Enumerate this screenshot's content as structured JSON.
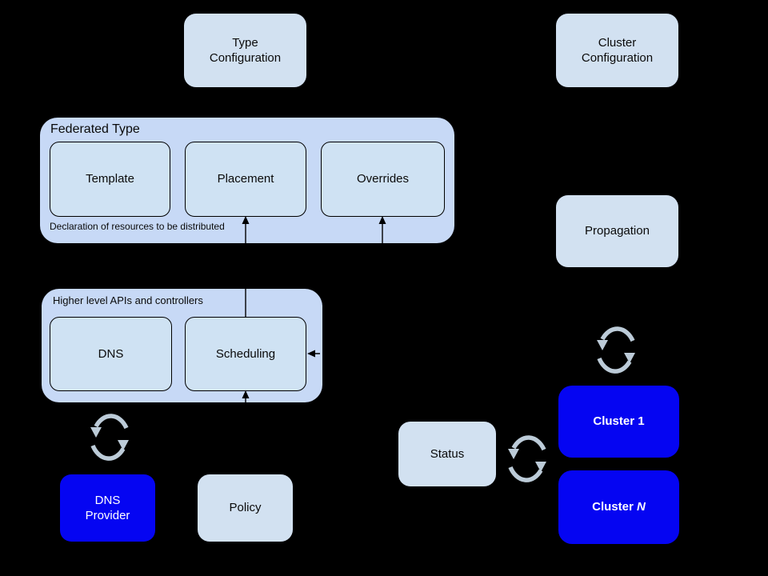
{
  "canvas": {
    "background": "#000000"
  },
  "palette": {
    "container_fill": "#c7d9f6",
    "inner_box_fill": "#cfe2f3",
    "standalone_box_fill": "#d2e1f1",
    "cluster_box_fill": "#0505f2",
    "sync_arrow_color": "#bccbd8",
    "connector_color": "#000000",
    "text_dark": "#0a0a0a",
    "text_light": "#ffffff"
  },
  "nodes": {
    "type_configuration": {
      "label": "Type\nConfiguration"
    },
    "cluster_configuration": {
      "label": "Cluster\nConfiguration"
    },
    "propagation": {
      "label": "Propagation"
    },
    "status": {
      "label": "Status"
    },
    "policy": {
      "label": "Policy"
    },
    "dns_provider": {
      "label": "DNS\nProvider"
    },
    "cluster_1": {
      "label_prefix": "Cluster ",
      "label_number": "1"
    },
    "cluster_n": {
      "label_prefix": "Cluster ",
      "label_number": "N"
    }
  },
  "groups": {
    "federated_type": {
      "title": "Federated Type",
      "caption": "Declaration of resources to be distributed",
      "children": {
        "template": {
          "label": "Template"
        },
        "placement": {
          "label": "Placement"
        },
        "overrides": {
          "label": "Overrides"
        }
      }
    },
    "higher_level": {
      "title": "Higher level APIs and controllers",
      "children": {
        "dns": {
          "label": "DNS"
        },
        "scheduling": {
          "label": "Scheduling"
        }
      }
    }
  },
  "icons": {
    "dns_provider_sync": "sync-icon",
    "status_cluster_sync": "sync-icon",
    "propagation_cluster_sync": "sync-icon"
  }
}
